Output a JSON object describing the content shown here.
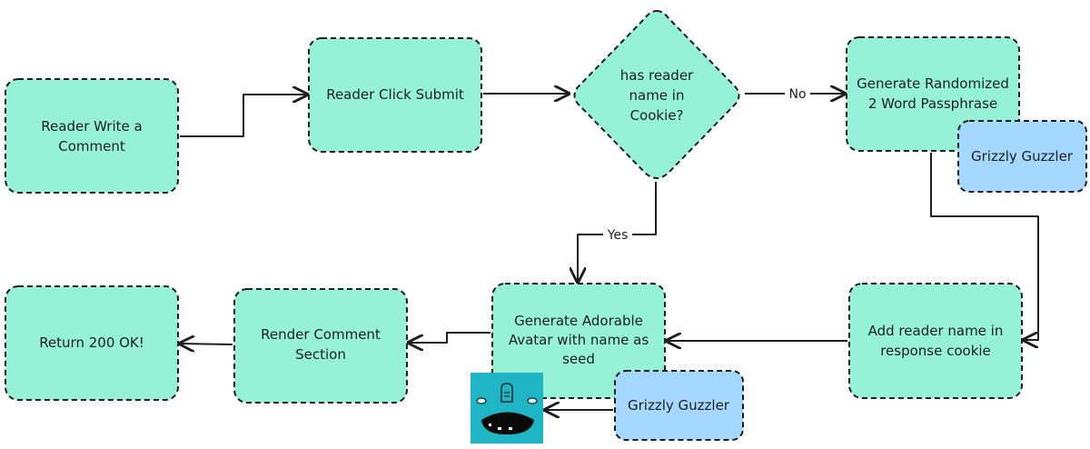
{
  "nodes": {
    "write_comment": [
      "Reader Write a",
      "Comment"
    ],
    "click_submit": [
      "Reader Click Submit"
    ],
    "decision": [
      "has reader",
      "name in",
      "Cookie?"
    ],
    "generate_passphrase": [
      "Generate Randomized",
      "2 Word Passphrase"
    ],
    "passphrase_example": [
      "Grizzly Guzzler"
    ],
    "add_cookie": [
      "Add reader name in",
      "response cookie"
    ],
    "generate_avatar": [
      "Generate Adorable",
      "Avatar with name as",
      "seed"
    ],
    "avatar_seed_example": [
      "Grizzly Guzzler"
    ],
    "render_comments": [
      "Render Comment",
      "Section"
    ],
    "return_ok": [
      "Return 200 OK!"
    ]
  },
  "edges": {
    "no_label": "No",
    "yes_label": "Yes"
  },
  "colors": {
    "process": "#96f2d7",
    "example": "#a5d8ff",
    "avatar_bg": "#1fb5c4"
  }
}
